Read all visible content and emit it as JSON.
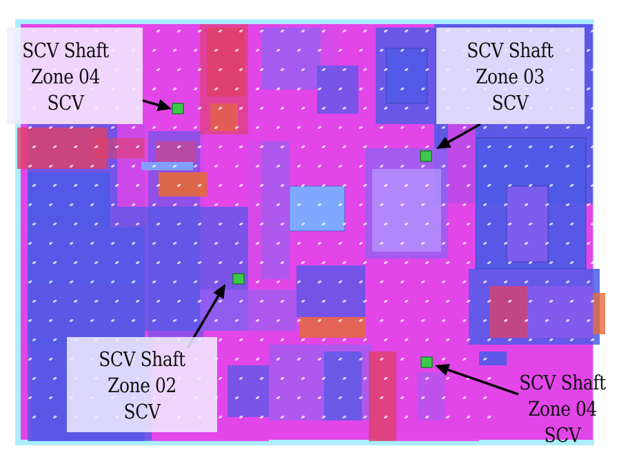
{
  "colors": {
    "magenta": "#e246e8",
    "blue": "#4f5ae6",
    "violet": "#9a5ff0",
    "red": "#e04066",
    "orange": "#e36a3a",
    "lightblue": "#7fa8ff",
    "marker": "#3cc84a",
    "outline": "#66e0ff"
  },
  "callouts": [
    {
      "line1": "SCV Shaft",
      "line2": "Zone 04",
      "line3": "SCV"
    },
    {
      "line1": "SCV Shaft",
      "line2": "Zone 03",
      "line3": "SCV"
    },
    {
      "line1": "SCV Shaft",
      "line2": "Zone 02",
      "line3": "SCV"
    },
    {
      "line1": "SCV Shaft",
      "line2": "Zone 04",
      "line3": "SCV"
    }
  ]
}
